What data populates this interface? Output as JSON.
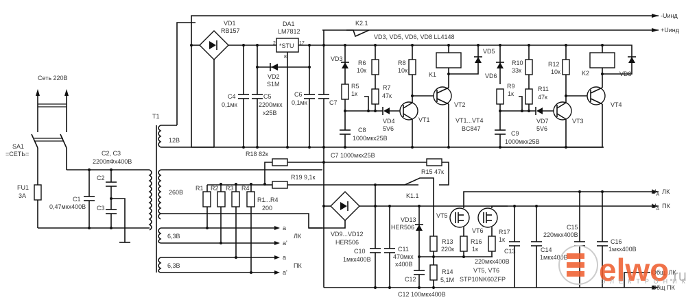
{
  "schematic": {
    "mains": {
      "label": "Сеть 220В",
      "switch": "SA1",
      "switch_desc": "=СЕТЬ=",
      "fuse": "FU1",
      "fuse_value": "3А"
    },
    "filter": {
      "c1": "C1",
      "c1_value": "0,47мкх400В",
      "c2c3": "C2, C3",
      "c2c3_value": "2200пФх400В",
      "c2": "C2",
      "c3": "C3"
    },
    "transformer": {
      "name": "T1",
      "w12": "12В",
      "w260": "260В",
      "w63a": "6,3В",
      "w63b": "6,3В"
    },
    "rectifier_low": {
      "vd1": "VD1",
      "vd1_type": "RB157"
    },
    "regulator": {
      "name": "DA1",
      "type": "LM7812",
      "pin_in": "2",
      "pin_out": "17",
      "pin_gnd": "8",
      "body": "*STU"
    },
    "low_caps": {
      "c4": "C4",
      "c4_value": "0,1мк",
      "c5": "C5",
      "c5_value": "2200мкх",
      "c5_value2": "x25В",
      "c6": "C6",
      "c6_value": "0,1мк",
      "c7": "C7",
      "c7_value": "C7  1000мкх25В",
      "vd2": "VD2",
      "vd2_type": "S1M",
      "r18": "R18  82к"
    },
    "relay_driver_1": {
      "k21": "K2.1",
      "diodes_note": "VD3, VD5, VD6, VD8   LL4148",
      "vd3": "VD3",
      "r5": "R5",
      "r5_value": "1к",
      "r6": "R6",
      "r6_value": "10к",
      "r7": "R7",
      "r7_value": "47к",
      "r8": "R8",
      "r8_value": "10к",
      "c8": "C8",
      "c8_value": "1000мкх25В",
      "vd4": "VD4",
      "vd4_type": "5V6",
      "vt1": "VT1",
      "vt2": "VT2",
      "k1": "K1",
      "vd5": "VD5",
      "transistors_note": "VT1...VT4",
      "transistors_type": "BC847"
    },
    "relay_driver_2": {
      "vd6": "VD6",
      "r9": "R9",
      "r9_value": "1к",
      "r10": "R10",
      "r10_value": "33к",
      "r11": "R11",
      "r11_value": "47к",
      "r12": "R12",
      "r12_value": "10к",
      "c9": "C9",
      "c9_value": "1000мкх25В",
      "vd7": "VD7",
      "vd7_type": "5V6",
      "vt3": "VT3",
      "vt4": "VT4",
      "k2": "K2",
      "vd8": "VD8"
    },
    "outputs_top": {
      "minus": "-Uинд",
      "plus": "+Uинд"
    },
    "heater": {
      "r1": "R1",
      "r2": "R2",
      "r3": "R3",
      "r4": "R4",
      "r_note": "R1...R4",
      "r_value": "200",
      "r19": "R19  9,1к",
      "a": "а",
      "a_prime": "а'",
      "lk": "ЛК",
      "pk": "ПК"
    },
    "high_voltage": {
      "bridge": "VD9...VD12",
      "bridge_type": "HER506",
      "r15": "R15  47к",
      "k11": "K1.1",
      "c10": "C10",
      "c10_value": "1мкх400В",
      "c11": "C11",
      "c11_value": "470мкх",
      "c11_value2": "x400В",
      "c12": "C12",
      "c12_value": "C12  100мкх400В",
      "vd13": "VD13",
      "vd13_type": "HER506",
      "r13": "R13",
      "r13_value": "220к",
      "r14": "R14",
      "r14_value": "5,1М",
      "r16": "R16",
      "r16_value": "1к",
      "r17": "R17",
      "r17_value": "1к",
      "vt5": "VT5",
      "vt6": "VT6",
      "mosfet_note": "VT5, VT6",
      "mosfet_type": "STP10NK60ZFP",
      "c13": "C13",
      "c13_value": "220мкх400В",
      "c14": "C14",
      "c14_value": "1мкх400В",
      "c15": "C15",
      "c15_value": "220мкх400В",
      "c16": "C16",
      "c16_value": "1мкх400В"
    },
    "outputs_right": {
      "ua_lk": "U",
      "ua_lk_sub": "A",
      "ua_lk_tail": "ЛК",
      "ua_pk": "U",
      "ua_pk_sub": "A",
      "ua_pk_tail": "ПК",
      "common_lk": "Общ. ЛК",
      "common_pk": "Общ  ПК"
    }
  },
  "watermark": {
    "brand": "elwo",
    "tld": ".ru",
    "tagline": "ЭЛЕКТРОНИКА",
    "color": "#ee5a2a"
  }
}
